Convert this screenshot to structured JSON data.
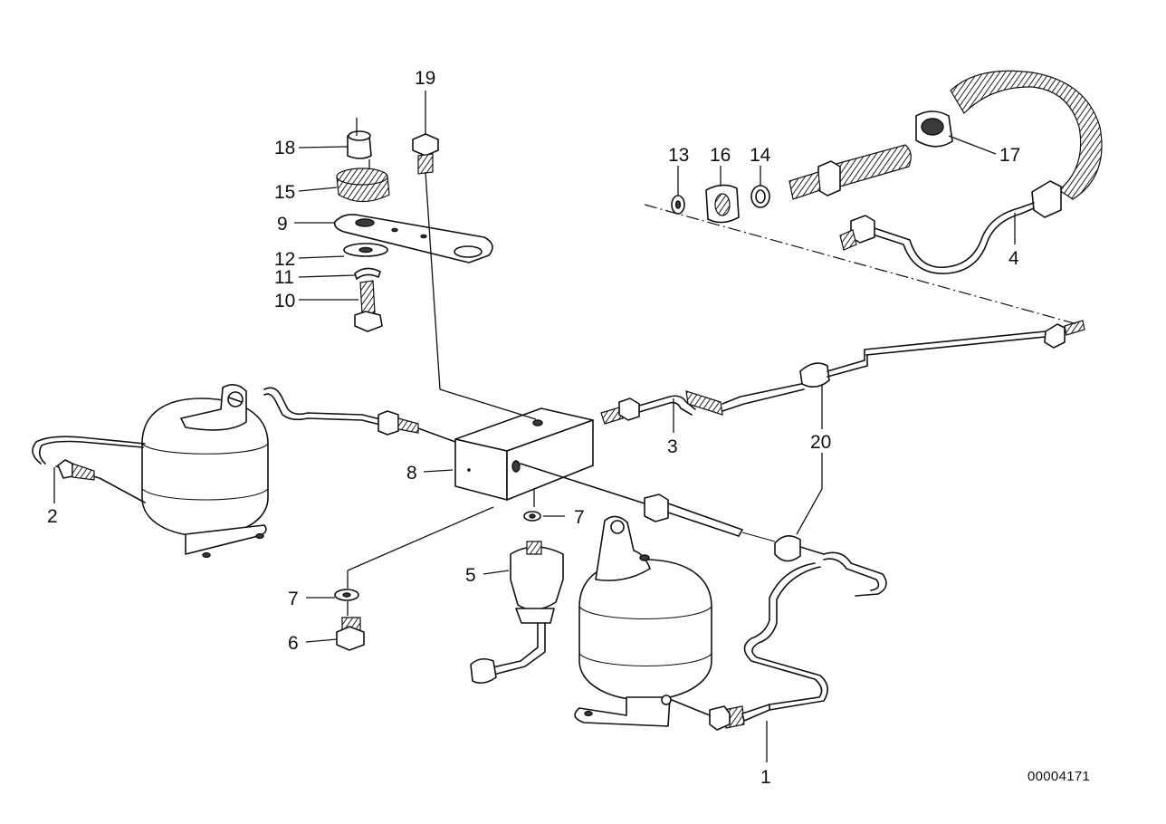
{
  "figure_id": "00004171",
  "callouts": {
    "c1": "1",
    "c2": "2",
    "c3": "3",
    "c4": "4",
    "c5": "5",
    "c6": "6",
    "c7a": "7",
    "c7b": "7",
    "c8": "8",
    "c9": "9",
    "c10": "10",
    "c11": "11",
    "c12": "12",
    "c13": "13",
    "c14": "14",
    "c15": "15",
    "c16": "16",
    "c17": "17",
    "c18": "18",
    "c19": "19",
    "c20": "20"
  }
}
